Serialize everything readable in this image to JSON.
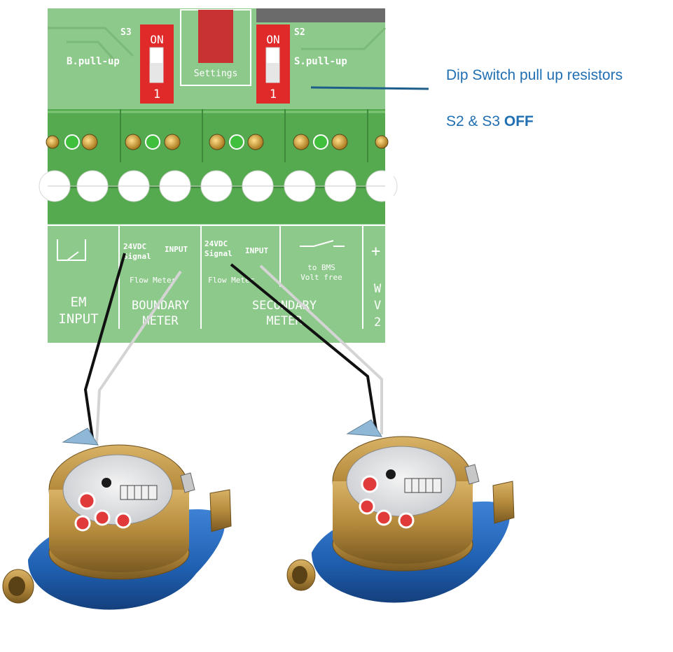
{
  "pcb": {
    "s3_label": "S3",
    "s2_label": "S2",
    "on_label": "ON",
    "one_label": "1",
    "b_pullup": "B.pull-up",
    "s_pullup": "S.pull-up",
    "settings": "Settings",
    "em_input_line1": "EM",
    "em_input_line2": "INPUT",
    "b_24vdc": "24VDC",
    "b_signal": "Signal",
    "b_input": "INPUT",
    "b_flow_meter": "Flow Meter",
    "b_title_line1": "BOUNDARY",
    "b_title_line2": "METER",
    "s_24vdc": "24VDC",
    "s_signal": "Signal",
    "s_input": "INPUT",
    "s_flow_meter": "Flow Meter",
    "s_title_line1": "SECONDARY",
    "s_title_line2": "METER",
    "bms_line1": "to BMS",
    "bms_line2": "Volt free",
    "edge_plus": "+",
    "edge_w": "W",
    "edge_v": "V",
    "edge_2": "2"
  },
  "notes": {
    "dip_title": "Dip Switch  pull up resistors",
    "dip_state_prefix": "S2 & S3 ",
    "dip_state_value": "OFF"
  },
  "colors": {
    "pcb_green": "#8cc98a",
    "terminal_green": "#55a94f",
    "switch_red": "#e02a2a",
    "annotation_blue": "#1f6fb2",
    "meter_blue": "#1f5fb0",
    "brass": "#b58a3c"
  }
}
